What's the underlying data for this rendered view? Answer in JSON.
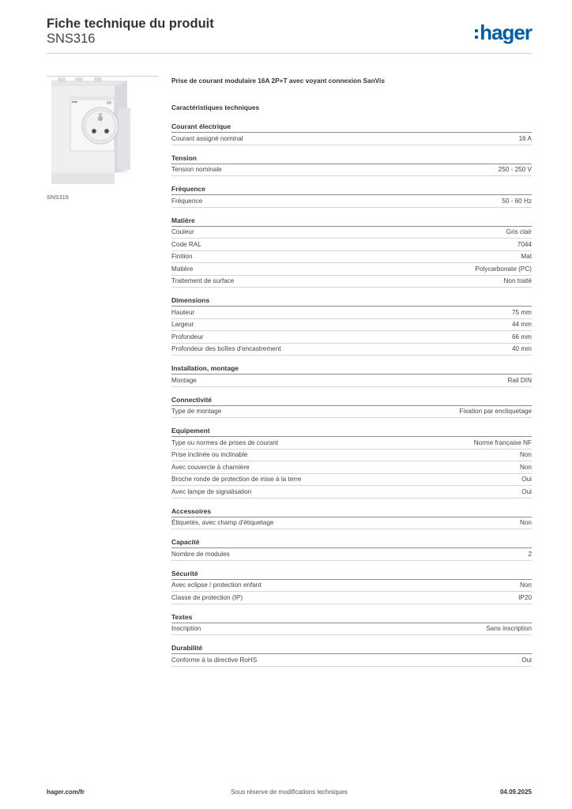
{
  "header": {
    "title": "Fiche technique du produit",
    "reference": "SNS316",
    "logo_text": "hager",
    "brand_color": "#005da9"
  },
  "product": {
    "image_caption": "SNS316",
    "name": "Prise de courant modulaire 16A 2P+T avec voyant connexion SanVis"
  },
  "specs": {
    "heading": "Caractéristiques techniques",
    "groups": [
      {
        "title": "Courant électrique",
        "rows": [
          {
            "label": "Courant assigné nominal",
            "value": "16 A"
          }
        ]
      },
      {
        "title": "Tension",
        "rows": [
          {
            "label": "Tension nominale",
            "value": "250 - 250 V"
          }
        ]
      },
      {
        "title": "Fréquence",
        "rows": [
          {
            "label": "Fréquence",
            "value": "50 - 60 Hz"
          }
        ]
      },
      {
        "title": "Matière",
        "rows": [
          {
            "label": "Couleur",
            "value": "Gris clair"
          },
          {
            "label": "Code RAL",
            "value": "7044"
          },
          {
            "label": "Finition",
            "value": "Mat"
          },
          {
            "label": "Matière",
            "value": "Polycarbonate (PC)"
          },
          {
            "label": "Traitement de surface",
            "value": "Non traité"
          }
        ]
      },
      {
        "title": "Dimensions",
        "rows": [
          {
            "label": "Hauteur",
            "value": "75 mm"
          },
          {
            "label": "Largeur",
            "value": "44 mm"
          },
          {
            "label": "Profondeur",
            "value": "66 mm"
          },
          {
            "label": "Profondeur des boîtes d'encastrement",
            "value": "40 mm"
          }
        ]
      },
      {
        "title": "Installation, montage",
        "rows": [
          {
            "label": "Montage",
            "value": "Rail DIN"
          }
        ]
      },
      {
        "title": "Connectivité",
        "rows": [
          {
            "label": "Type de montage",
            "value": "Fixation par encliquetage"
          }
        ]
      },
      {
        "title": "Equipement",
        "rows": [
          {
            "label": "Type ou normes de prises de courant",
            "value": "Norme française NF"
          },
          {
            "label": "Prise inclinée ou inclinable",
            "value": "Non"
          },
          {
            "label": "Avec couvercle à charnière",
            "value": "Non"
          },
          {
            "label": "Broche ronde de protection de mise à la terre",
            "value": "Oui"
          },
          {
            "label": "Avec lampe de signalisation",
            "value": "Oui"
          }
        ]
      },
      {
        "title": "Accessoires",
        "rows": [
          {
            "label": "Étiquetés, avec champ d'étiquetage",
            "value": "Non"
          }
        ]
      },
      {
        "title": "Capacité",
        "rows": [
          {
            "label": "Nombre de modules",
            "value": "2"
          }
        ]
      },
      {
        "title": "Sécurité",
        "rows": [
          {
            "label": "Avec eclipse / protection enfant",
            "value": "Non"
          },
          {
            "label": "Classe de protection (IP)",
            "value": "IP20"
          }
        ]
      },
      {
        "title": "Textes",
        "rows": [
          {
            "label": "Inscription",
            "value": "Sans inscription"
          }
        ]
      },
      {
        "title": "Durabilité",
        "rows": [
          {
            "label": "Conforme à la directive RoHS",
            "value": "Oui"
          }
        ]
      }
    ]
  },
  "footer": {
    "website": "hager.com/fr",
    "disclaimer": "Sous réserve de modifications techniques",
    "date": "04.09.2025"
  }
}
